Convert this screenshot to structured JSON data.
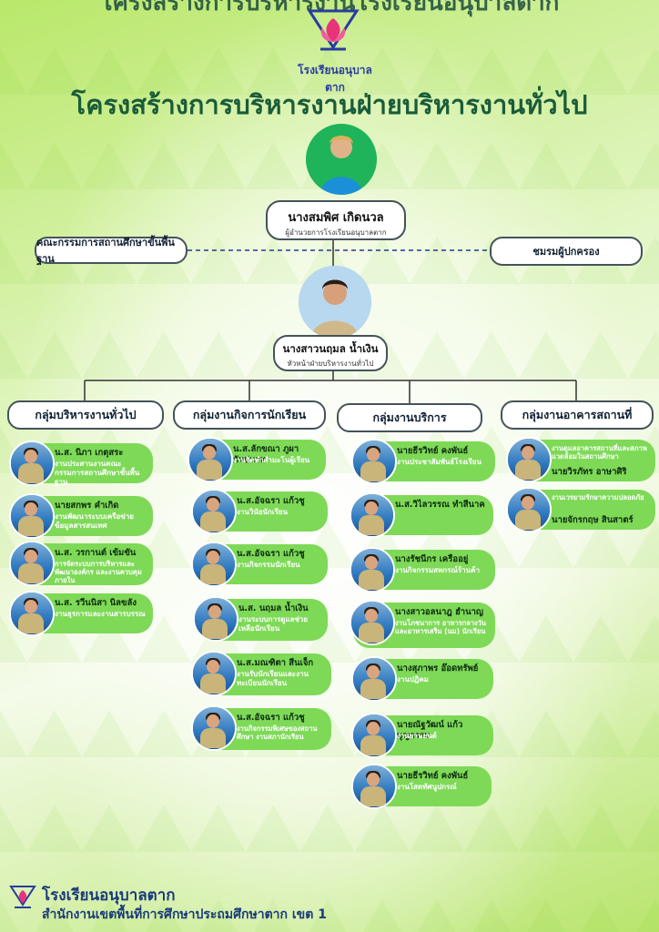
{
  "header": {
    "top_title": "โครงสร้างการบริหารงานโรงเรียนอนุบาลตาก",
    "logo_text": "โรงเรียนอนุบาลตาก",
    "title": "โครงสร้างการบริหารงานฝ่ายบริหารงานทั่วไป"
  },
  "director": {
    "name": "นางสมพิศ เกิดนวล",
    "position": "ผู้อำนวยการโรงเรียนอนุบาลตาก"
  },
  "committee_left": "คณะกรรมการสถานศึกษาขั้นพื้นฐาน",
  "committee_right": "ชมรมผู้ปกครอง",
  "head": {
    "name": "นางสาวนฤมล น้ำเงิน",
    "position": "หัวหน้าฝ่ายบริหารงานทั่วไป"
  },
  "groups": [
    {
      "label": "กลุ่มบริหารงานทั่วไป",
      "members": [
        {
          "name": "น.ส. นิภา เกตุสระ",
          "duty": "งานประสานงานคณะกรรมการสถานศึกษาขั้นพื้นฐาน"
        },
        {
          "name": "นายสกพร คำเกิด",
          "duty": "งานพัฒนาระบบเครือข่ายข้อมูลสารสนเทศ"
        },
        {
          "name": "น.ส. วรกานต์ เข้มขัน",
          "duty": "การจัดระบบการบริหารและพัฒนาองค์กร และงานควบคุมภายใน"
        },
        {
          "name": "น.ส. รวีนนิสา นิลขลัง",
          "duty": "งานธุรการและงานสารบรรณ"
        }
      ]
    },
    {
      "label": "กลุ่มงานกิจการนักเรียน",
      "members": [
        {
          "name": "น.ส.ลักขณา ภูผากัมปนาท",
          "duty": "งานจัดทำสำมะโนผู้เรียน"
        },
        {
          "name": "น.ส.อัจฉรา แก้วชู",
          "duty": "งานวินัยนักเรียน"
        },
        {
          "name": "น.ส.อัจฉรา แก้วชู",
          "duty": "งานกิจกรรมนักเรียน"
        },
        {
          "name": "น.ส. นฤมล น้ำเงิน",
          "duty": "งานระบบการดูแลช่วยเหลือนักเรียน"
        },
        {
          "name": "น.ส.มณฑิตา สีนเจ็ก",
          "duty": "งานรับนักเรียนและงานทะเบียนนักเรียน"
        },
        {
          "name": "น.ส.อัจฉรา แก้วชู",
          "duty": "งานกิจกรรมพิเศษของสถานศึกษา งานสภานักเรียน"
        }
      ]
    },
    {
      "label": "กลุ่มงานบริการ",
      "members": [
        {
          "name": "นายธีรวิทย์ คงพันธ์",
          "duty": "งานประชาสัมพันธ์โรงเรียน"
        },
        {
          "name": "น.ส.วิไลวรรณ ทำสีนาค",
          "duty": ""
        },
        {
          "name": "นางรัชนีกร เครืออยู่",
          "duty": "งานกิจกรรมสหกรณ์ร้านค้า"
        },
        {
          "name": "นางสาวอลนาฎ ฮำนาญ",
          "duty": "งานโภชนาการ อาหารกลางวัน และอาหารเสริม (นม) นักเรียน"
        },
        {
          "name": "นางสุภาพร อ๊อดทรัพย์",
          "duty": "งานปฏิคม"
        },
        {
          "name": "นายณัฐวัฒน์ แก้วบุญธรรม",
          "duty": "งานยานยนต์"
        },
        {
          "name": "นายธีรวิทย์ คงพันธ์",
          "duty": "งานโสตทัศนูปกรณ์"
        }
      ]
    },
    {
      "label": "กลุ่มงานอาคารสถานที่",
      "members": [
        {
          "name": "นายวิรภัทร อาษาศิริ",
          "duty": "งานดูแลอาคารสถานที่และสภาพแวดล้อมในสถานศึกษา"
        },
        {
          "name": "นายจักรกฤษ สินสาตร์",
          "duty": "งานเวรยามรักษาความปลอดภัย"
        }
      ]
    }
  ],
  "footer": {
    "school": "โรงเรียนอนุบาลตาก",
    "office": "สำนักงานเขตพื้นที่การศึกษาประถมศึกษาตาก เขต 1"
  },
  "colors": {
    "card": "#7ed957",
    "title": "#1a5c3a",
    "line": "#333333"
  }
}
